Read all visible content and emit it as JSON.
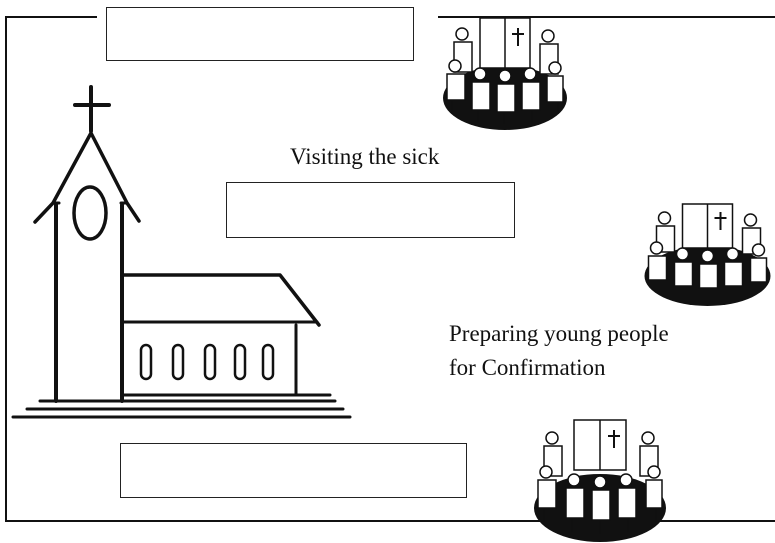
{
  "captions": {
    "visiting_sick": "Visiting the sick",
    "confirmation_line1": "Preparing young people",
    "confirmation_line2": "for Confirmation"
  },
  "answer_boxes": [
    {
      "value": ""
    },
    {
      "value": ""
    },
    {
      "value": ""
    }
  ],
  "icons": {
    "church": "church-icon",
    "group": "group-bible-study-icon"
  },
  "colors": {
    "ink": "#111111",
    "paper": "#ffffff"
  }
}
